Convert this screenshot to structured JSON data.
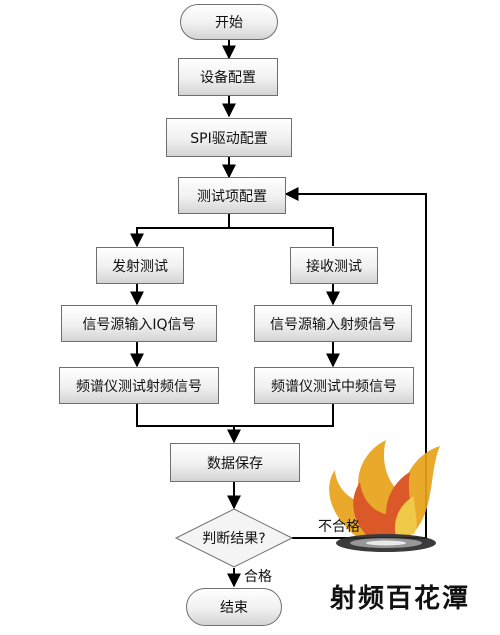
{
  "flow": {
    "start": "开始",
    "device_config": "设备配置",
    "spi_config": "SPI驱动配置",
    "test_config": "测试项配置",
    "tx_test": "发射测试",
    "rx_test": "接收测试",
    "tx_input": "信号源输入IQ信号",
    "rx_input": "信号源输入射频信号",
    "tx_measure": "频谱仪测试射频信号",
    "rx_measure": "频谱仪测试中频信号",
    "save": "数据保存",
    "decision": "判断结果?",
    "fail": "不合格",
    "pass": "合格",
    "end": "结束"
  },
  "watermark": {
    "brand": "射频百花潭",
    "colors": [
      "#e8a21a",
      "#d94a16",
      "#f0c53a"
    ]
  },
  "colors": {
    "line": "#000000",
    "node_border": "#6f6f6f"
  }
}
